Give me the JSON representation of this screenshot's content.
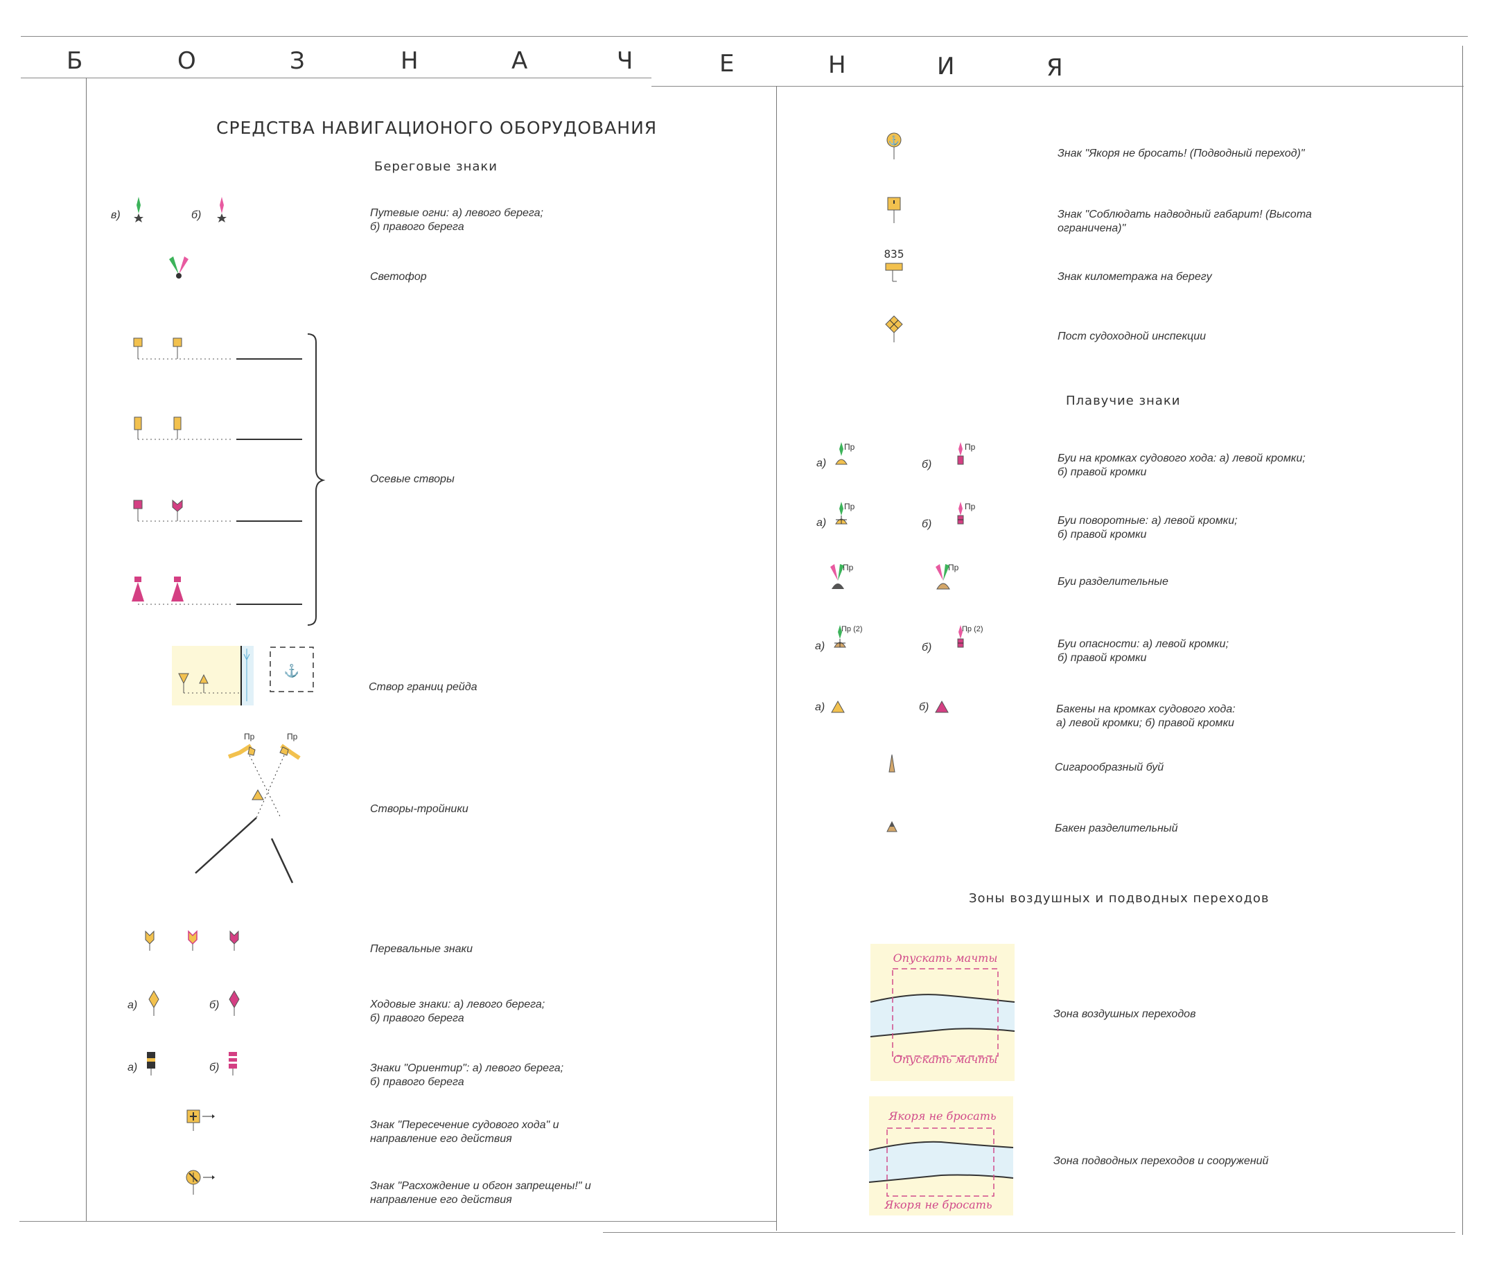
{
  "heading": {
    "letters": [
      "Б",
      "О",
      "З",
      "Н",
      "А",
      "Ч",
      "Е",
      "Н",
      "И",
      "Я"
    ]
  },
  "left": {
    "section_title": "СРЕДСТВА НАВИГАЦИОНОГО ОБОРУДОВАНИЯ",
    "subsection_title": "Береговые знаки",
    "items": [
      {
        "desc": "Путевые огни: а) левого берега;\nб) правого берега",
        "label_a": "в)",
        "label_b": "б)"
      },
      {
        "desc": "Светофор"
      },
      {
        "desc": "Осевые створы"
      },
      {
        "desc": "Створ границ рейда"
      },
      {
        "desc": "Створы-тройники",
        "tag_1": "Пр",
        "tag_2": "Пр"
      },
      {
        "desc": "Перевальные знаки"
      },
      {
        "desc": "Ходовые знаки: а) левого берега;\nб) правого берега",
        "label_a": "а)",
        "label_b": "б)"
      },
      {
        "desc": "Знаки \"Ориентир\": а) левого берега;\nб) правого берега",
        "label_a": "а)",
        "label_b": "б)"
      },
      {
        "desc": "Знак \"Пересечение судового хода\" и\nнаправление его действия"
      },
      {
        "desc": "Знак \"Расхождение и обгон запрещены!\" и\nнаправление его действия"
      }
    ]
  },
  "right": {
    "items_top": [
      {
        "desc": "Знак \"Якоря не бросать! (Подводный переход)\""
      },
      {
        "desc": "Знак \"Соблюдать надводный габарит! (Высота\nограничена)\""
      },
      {
        "desc": "Знак километража на берегу",
        "km": "835"
      },
      {
        "desc": "Пост судоходной инспекции"
      }
    ],
    "floating_title": "Плавучие знаки",
    "floating_items": [
      {
        "desc": "Буи на кромках судового хода: а) левой кромки;\nб) правой кромки",
        "label_a": "а)",
        "label_b": "б)",
        "tag": "Пр"
      },
      {
        "desc": "Буи поворотные: а) левой кромки;\nб) правой кромки",
        "label_a": "а)",
        "label_b": "б)",
        "tag": "Пр"
      },
      {
        "desc": "Буи разделительные",
        "tag": "Пр"
      },
      {
        "desc": "Буи опасности: а) левой кромки;\nб) правой кромки",
        "label_a": "а)",
        "label_b": "б)",
        "tag": "Пр (2)"
      },
      {
        "desc": "Бакены на кромках судового хода:\nа) левой кромки; б) правой кромки",
        "label_a": "а)",
        "label_b": "б)"
      },
      {
        "desc": "Сигарообразный буй"
      },
      {
        "desc": "Бакен разделительный"
      }
    ],
    "zones_title": "Зоны воздушных и подводных переходов",
    "zones": [
      {
        "desc": "Зона воздушных переходов",
        "text_top": "Опускать мачты",
        "text_bottom": "Опускать мачты"
      },
      {
        "desc": "Зона подводных переходов и сооружений",
        "text_top": "Якоря не бросать",
        "text_bottom": "Якоря не бросать"
      }
    ]
  },
  "colors": {
    "yellow": "#f2c14e",
    "magenta": "#d43f83",
    "green": "#3cb35a",
    "pink": "#e85aa0",
    "zone_bg": "#fdf8d8",
    "water": "#e1f1f8"
  }
}
